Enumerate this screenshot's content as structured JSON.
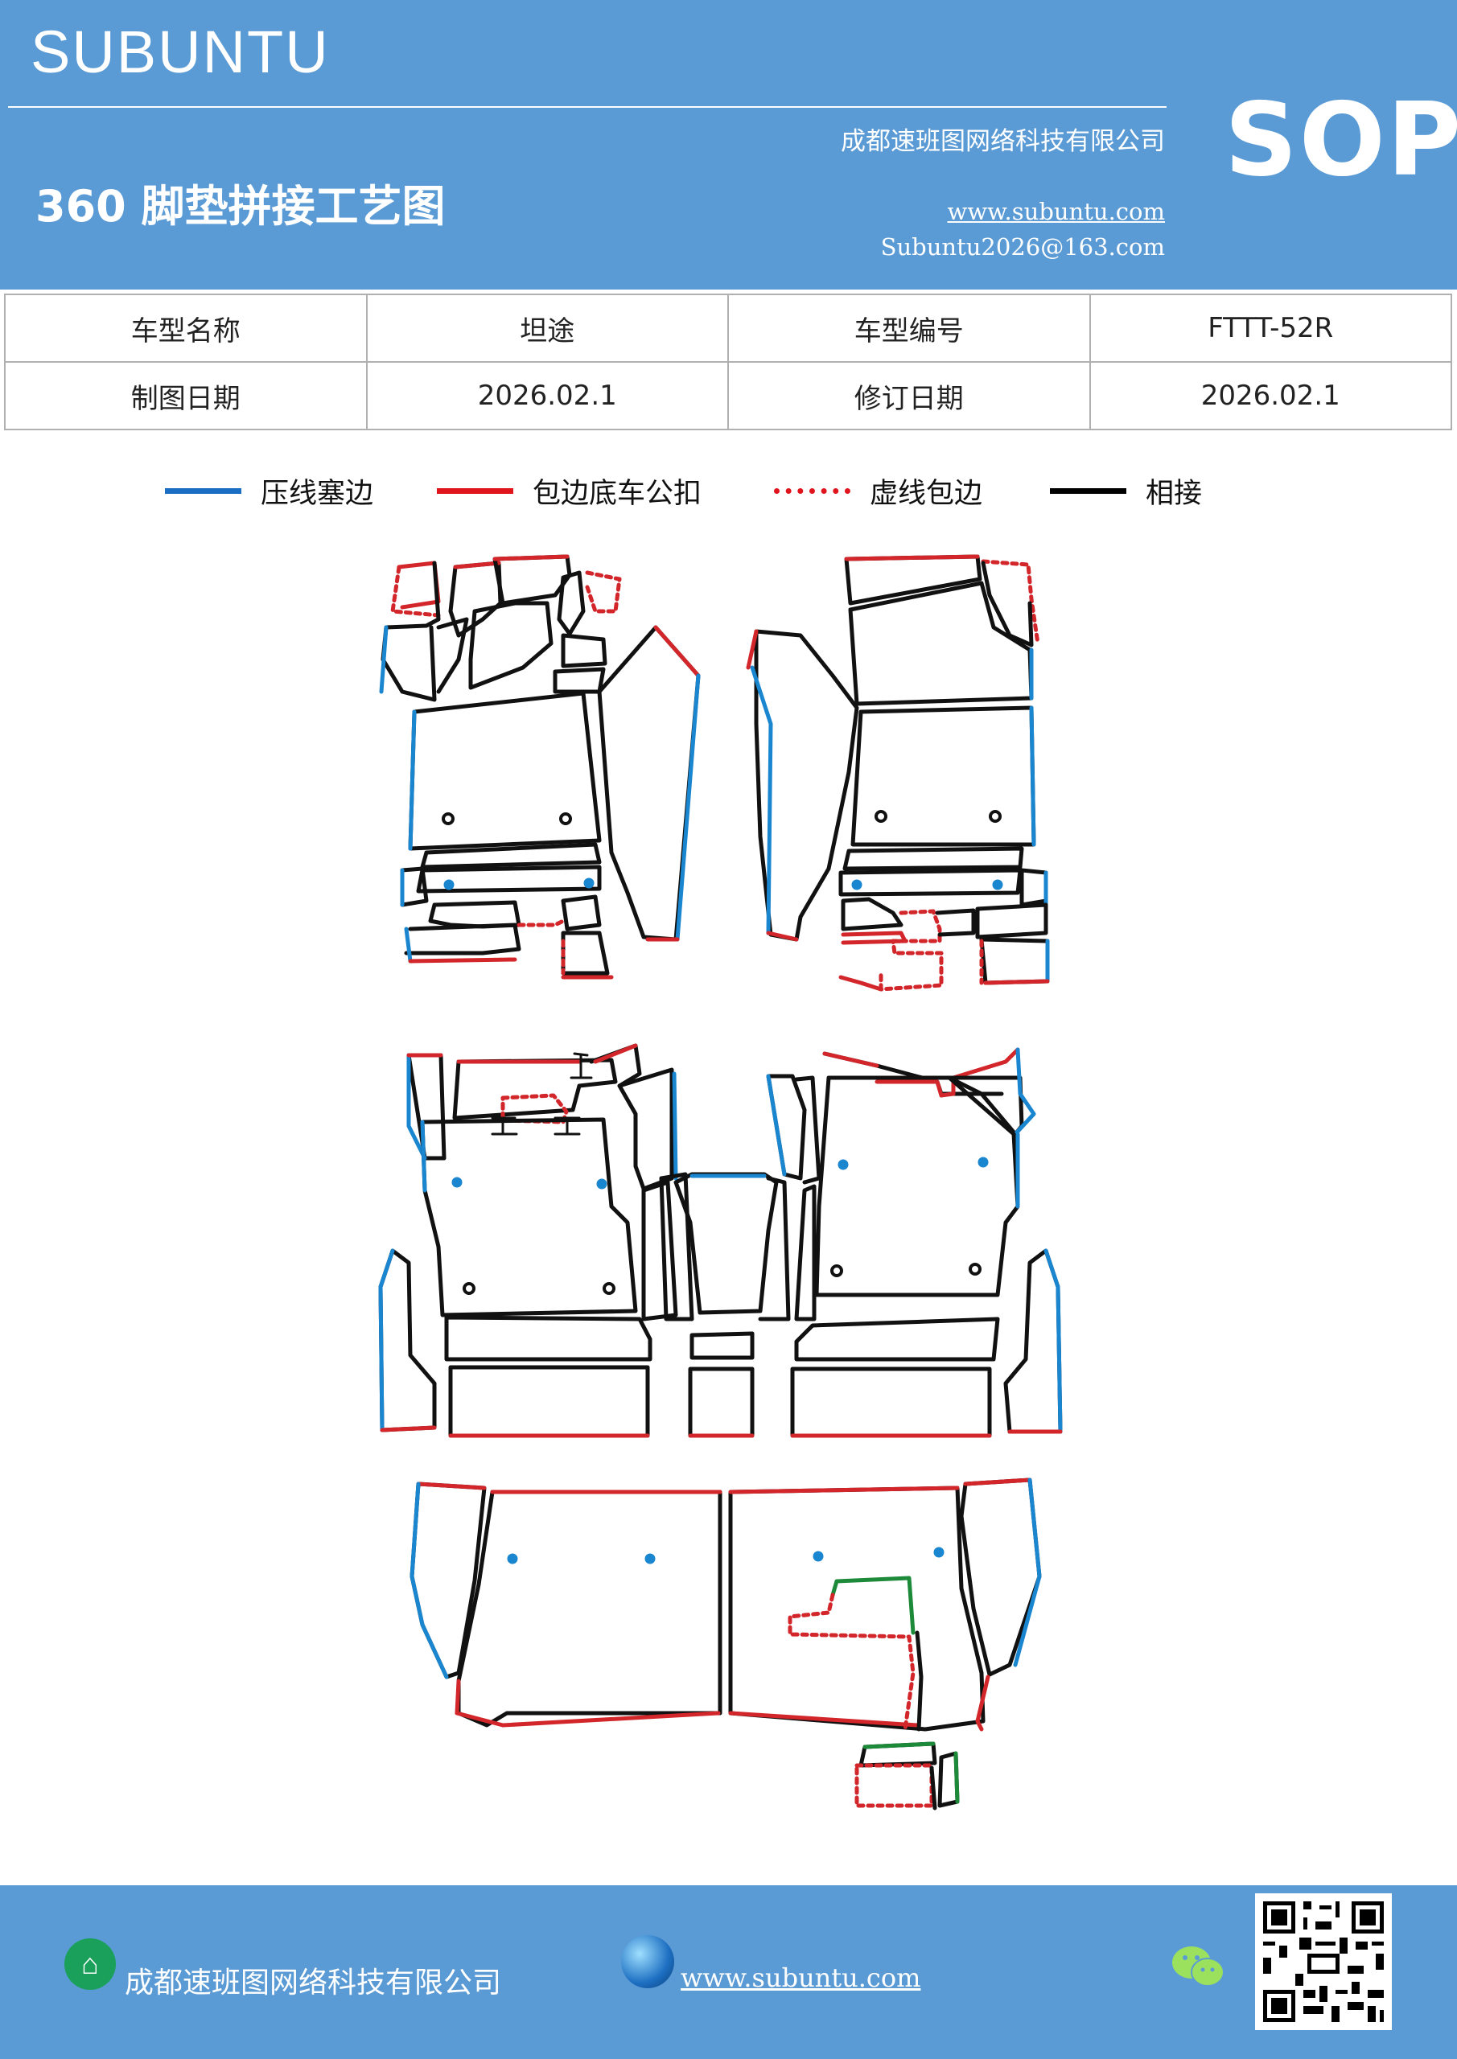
{
  "header": {
    "brand": "SUBUNTU",
    "subtitle": "360 脚垫拼接工艺图",
    "company": "成都速班图网络科技有限公司",
    "website": "www.subuntu.com",
    "email": "Subuntu2026@163.com",
    "badge": "SOP"
  },
  "info_table": {
    "row1": [
      "车型名称",
      "坦途",
      "车型编号",
      "FTTT-52R"
    ],
    "row2": [
      "制图日期",
      "2026.02.1",
      "修订日期",
      "2026.02.1"
    ]
  },
  "legend": [
    {
      "label": "压线塞边",
      "color": "#1a6fc4",
      "style": "solid"
    },
    {
      "label": "包边底车公扣",
      "color": "#e0141c",
      "style": "solid"
    },
    {
      "label": "虚线包边",
      "color": "#e0141c",
      "style": "dotted"
    },
    {
      "label": "相接",
      "color": "#000000",
      "style": "solid"
    }
  ],
  "colors": {
    "header_bg": "#5b9bd5",
    "blue_edge": "#1a86d0",
    "red_edge": "#d2262b",
    "black_edge": "#111111",
    "green_edge": "#1d8a3a"
  },
  "footer": {
    "company": "成都速班图网络科技有限公司",
    "website": "www.subuntu.com",
    "icons": [
      "building-icon",
      "globe-icon",
      "wechat-icon",
      "qr-code"
    ]
  }
}
